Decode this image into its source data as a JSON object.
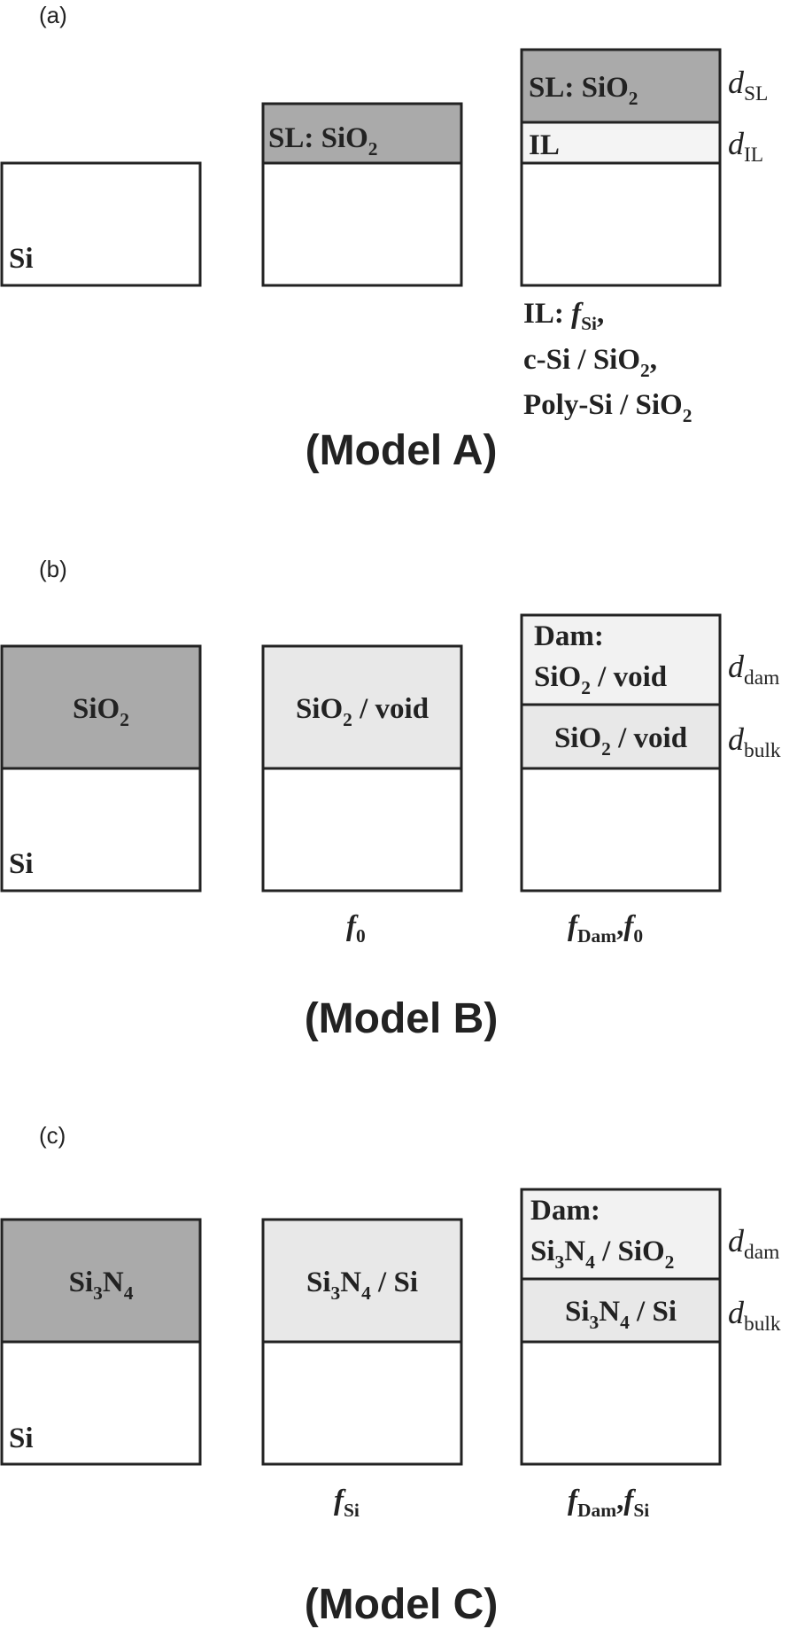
{
  "panels": [
    {
      "label": "(a)",
      "title": "(Model A)",
      "structures": [
        {
          "layers": [
            {
              "text": "",
              "fill": "#ffffff"
            }
          ],
          "substrate_label": "Si"
        },
        {
          "layers": [
            {
              "text": "SL: SiO2",
              "fill": "#aaaaaa"
            }
          ]
        },
        {
          "layers": [
            {
              "text": "SL: SiO2",
              "fill": "#aaaaaa"
            },
            {
              "text": "IL",
              "fill": "#f4f4f4"
            }
          ],
          "thickness_labels": [
            "dSL",
            "dIL"
          ],
          "notes": [
            "IL: fSi,",
            "c-Si / SiO2,",
            "Poly-Si / SiO2"
          ]
        }
      ]
    },
    {
      "label": "(b)",
      "title": "(Model B)",
      "structures": [
        {
          "layers": [
            {
              "text": "SiO2",
              "fill": "#aaaaaa"
            }
          ],
          "substrate_label": "Si"
        },
        {
          "layers": [
            {
              "text": "SiO2 / void",
              "fill": "#e8e8e8"
            }
          ],
          "caption": "f0"
        },
        {
          "layers": [
            {
              "text": "Dam: SiO2 / void",
              "fill": "#f2f2f2"
            },
            {
              "text": "SiO2 / void",
              "fill": "#e8e8e8"
            }
          ],
          "thickness_labels": [
            "ddam",
            "dbulk"
          ],
          "caption": "fDam, f0"
        }
      ]
    },
    {
      "label": "(c)",
      "title": "(Model C)",
      "structures": [
        {
          "layers": [
            {
              "text": "Si3N4",
              "fill": "#aaaaaa"
            }
          ],
          "substrate_label": "Si"
        },
        {
          "layers": [
            {
              "text": "Si3N4 / Si",
              "fill": "#e8e8e8"
            }
          ],
          "caption": "fSi"
        },
        {
          "layers": [
            {
              "text": "Dam: Si3N4 / SiO2",
              "fill": "#f2f2f2"
            },
            {
              "text": "Si3N4 / Si",
              "fill": "#e8e8e8"
            }
          ],
          "thickness_labels": [
            "ddam",
            "dbulk"
          ],
          "caption": "fDam, fSi"
        }
      ]
    }
  ]
}
